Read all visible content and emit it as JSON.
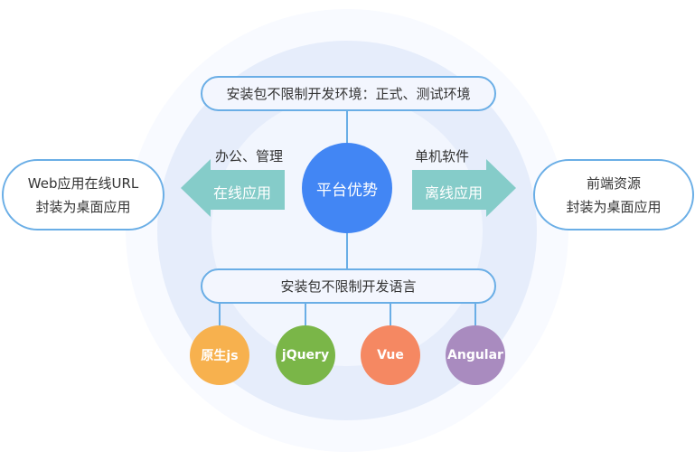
{
  "center": {
    "label": "平台优势",
    "color": "#4286f4"
  },
  "top_pill": "安装包不限制开发环境：正式、测试环境",
  "bottom_pill": "安装包不限制开发语言",
  "left_arrow": {
    "label": "在线应用",
    "caption": "办公、管理"
  },
  "right_arrow": {
    "label": "离线应用",
    "caption": "单机软件"
  },
  "left_box": [
    "Web应用在线URL",
    "封装为桌面应用"
  ],
  "right_box": [
    "前端资源",
    "封装为桌面应用"
  ],
  "technologies": [
    {
      "label": "原生js",
      "color": "#f7b14e"
    },
    {
      "label": "jQuery",
      "color": "#7ab648"
    },
    {
      "label": "Vue",
      "color": "#f58862"
    },
    {
      "label": "Angular",
      "color": "#a98bbf"
    }
  ],
  "arrow_color": "#85ccc9"
}
